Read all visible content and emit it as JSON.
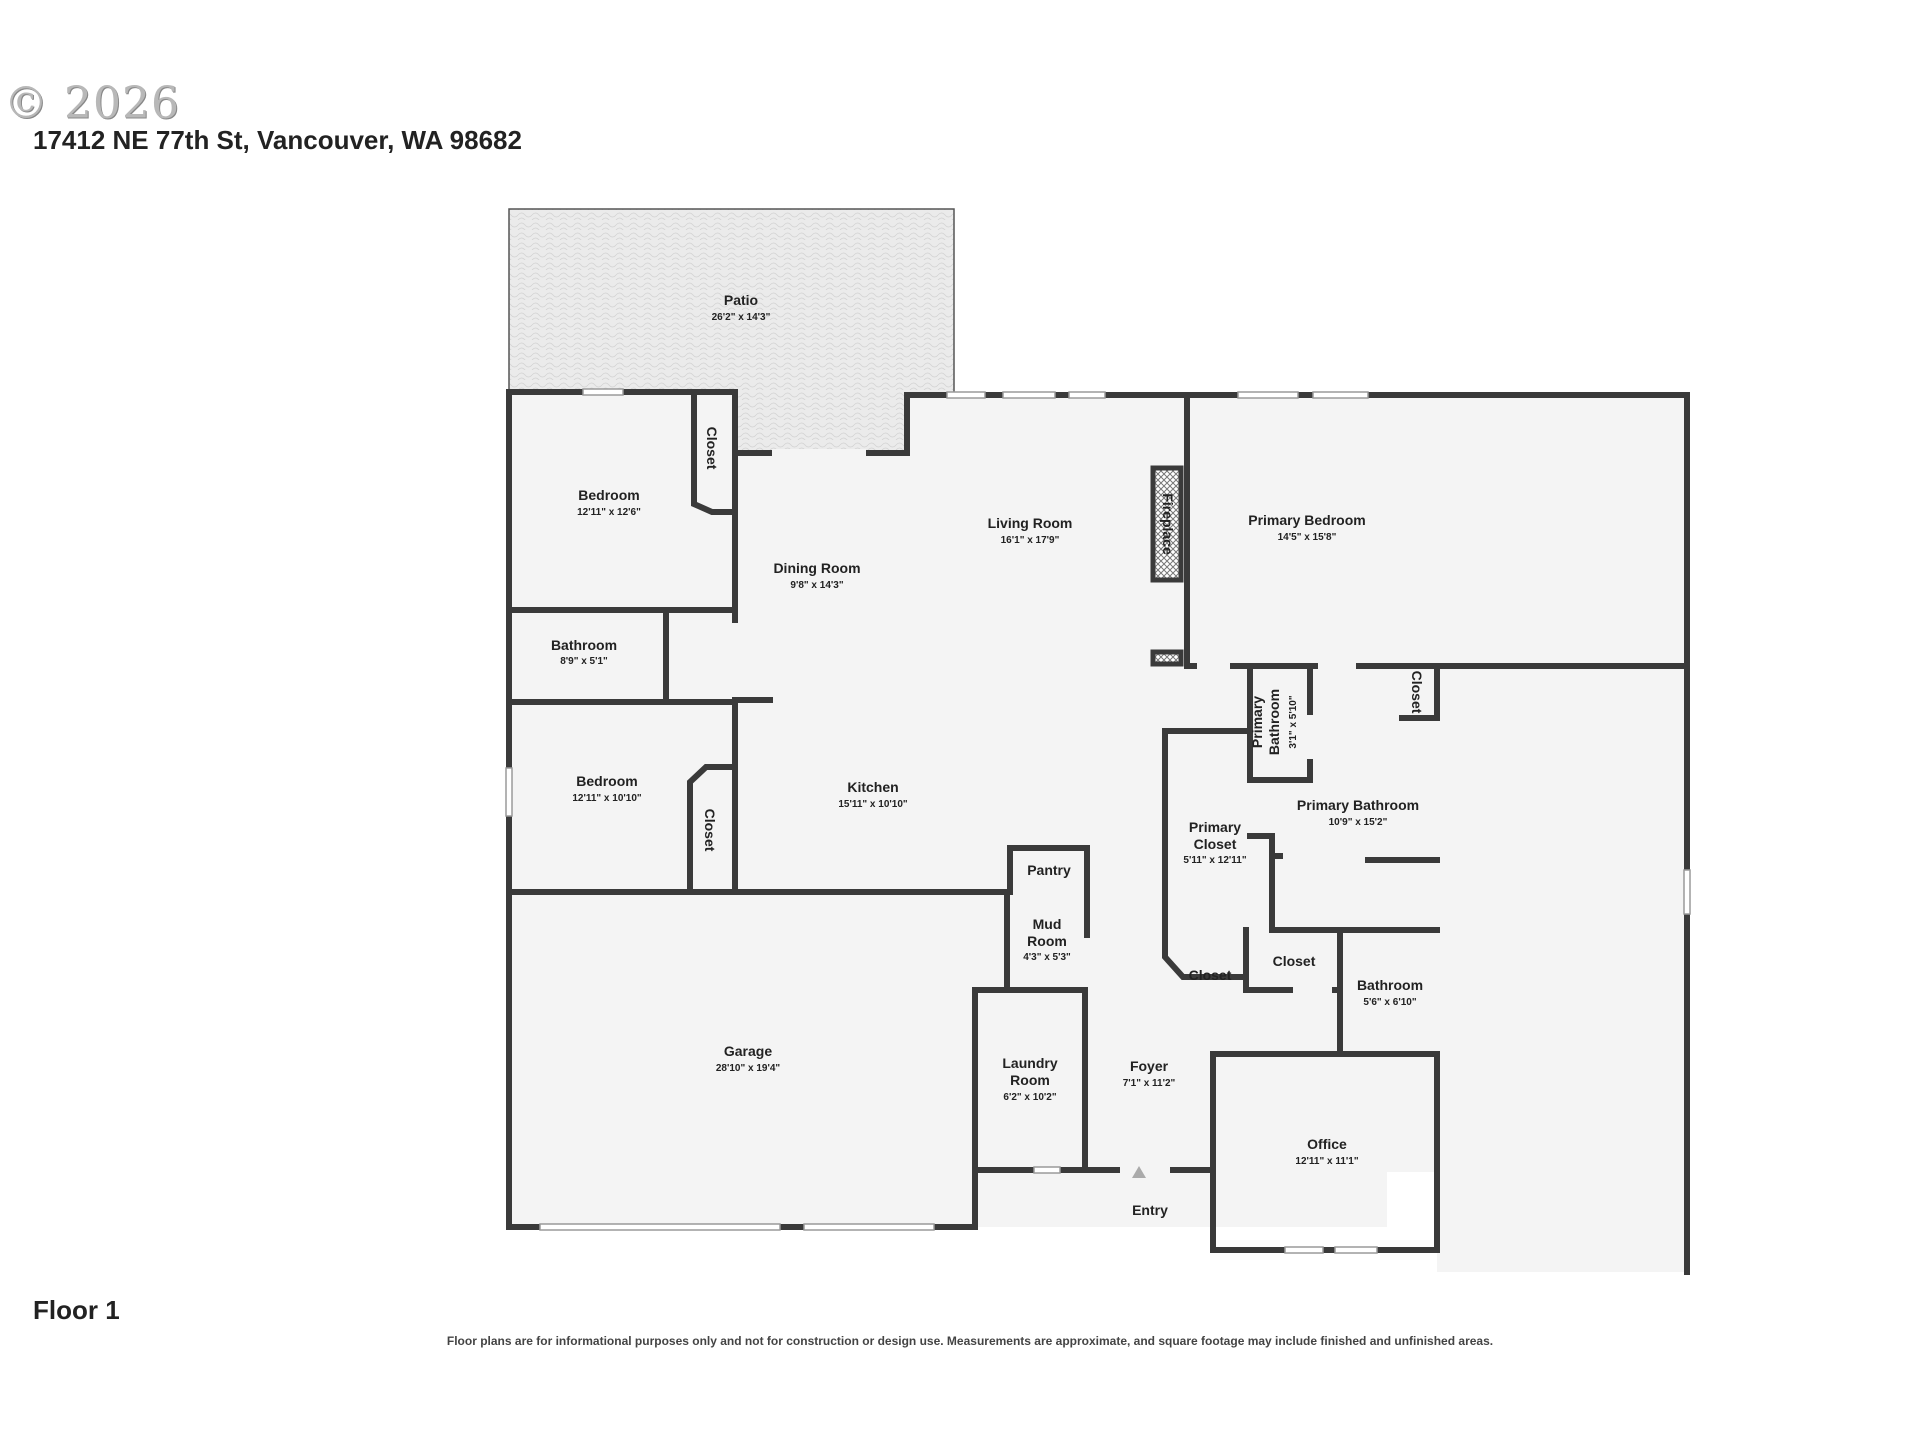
{
  "watermark": "© 2026",
  "address": "17412 NE 77th St, Vancouver, WA 98682",
  "floor_label": "Floor 1",
  "disclaimer": "Floor plans are for informational purposes only and not for construction or design use. Measurements are approximate, and square footage may include finished and unfinished areas.",
  "entry_label": "Entry",
  "rooms": {
    "patio": {
      "name": "Patio",
      "dim": "26'2\" x 14'3\""
    },
    "bedroom_1": {
      "name": "Bedroom",
      "dim": "12'11\" x 12'6\""
    },
    "closet_bed1": {
      "name": "Closet"
    },
    "bathroom_1": {
      "name": "Bathroom",
      "dim": "8'9\" x 5'1\""
    },
    "bedroom_2": {
      "name": "Bedroom",
      "dim": "12'11\" x 10'10\""
    },
    "closet_bed2": {
      "name": "Closet"
    },
    "dining_room": {
      "name": "Dining Room",
      "dim": "9'8\" x 14'3\""
    },
    "living_room": {
      "name": "Living Room",
      "dim": "16'1\" x 17'9\""
    },
    "fireplace": {
      "name": "Fireplace"
    },
    "primary_bedroom": {
      "name": "Primary Bedroom",
      "dim": "14'5\" x 15'8\""
    },
    "primary_bathroom_small": {
      "name_line1": "Primary",
      "name_line2": "Bathroom",
      "dim": "3'1\" x 5'10\""
    },
    "closet_primary": {
      "name": "Closet"
    },
    "kitchen": {
      "name": "Kitchen",
      "dim": "15'11\" x 10'10\""
    },
    "pantry": {
      "name": "Pantry"
    },
    "primary_closet": {
      "name_line1": "Primary",
      "name_line2": "Closet",
      "dim": "5'11\" x 12'11\""
    },
    "primary_bathroom": {
      "name": "Primary Bathroom",
      "dim": "10'9\" x 15'2\""
    },
    "mud_room": {
      "name_line1": "Mud",
      "name_line2": "Room",
      "dim": "4'3\" x 5'3\""
    },
    "closet_left": {
      "name": "Closet"
    },
    "closet_right": {
      "name": "Closet"
    },
    "bathroom_2": {
      "name": "Bathroom",
      "dim": "5'6\" x 6'10\""
    },
    "garage": {
      "name": "Garage",
      "dim": "28'10\" x 19'4\""
    },
    "laundry_room": {
      "name_line1": "Laundry",
      "name_line2": "Room",
      "dim": "6'2\" x 10'2\""
    },
    "foyer": {
      "name": "Foyer",
      "dim": "7'1\" x 11'2\""
    },
    "office": {
      "name": "Office",
      "dim": "12'11\" x 11'1\""
    }
  },
  "colors": {
    "wall": "#3a3a3a",
    "floor": "#f4f4f4",
    "patio": "#e8e8e8"
  }
}
